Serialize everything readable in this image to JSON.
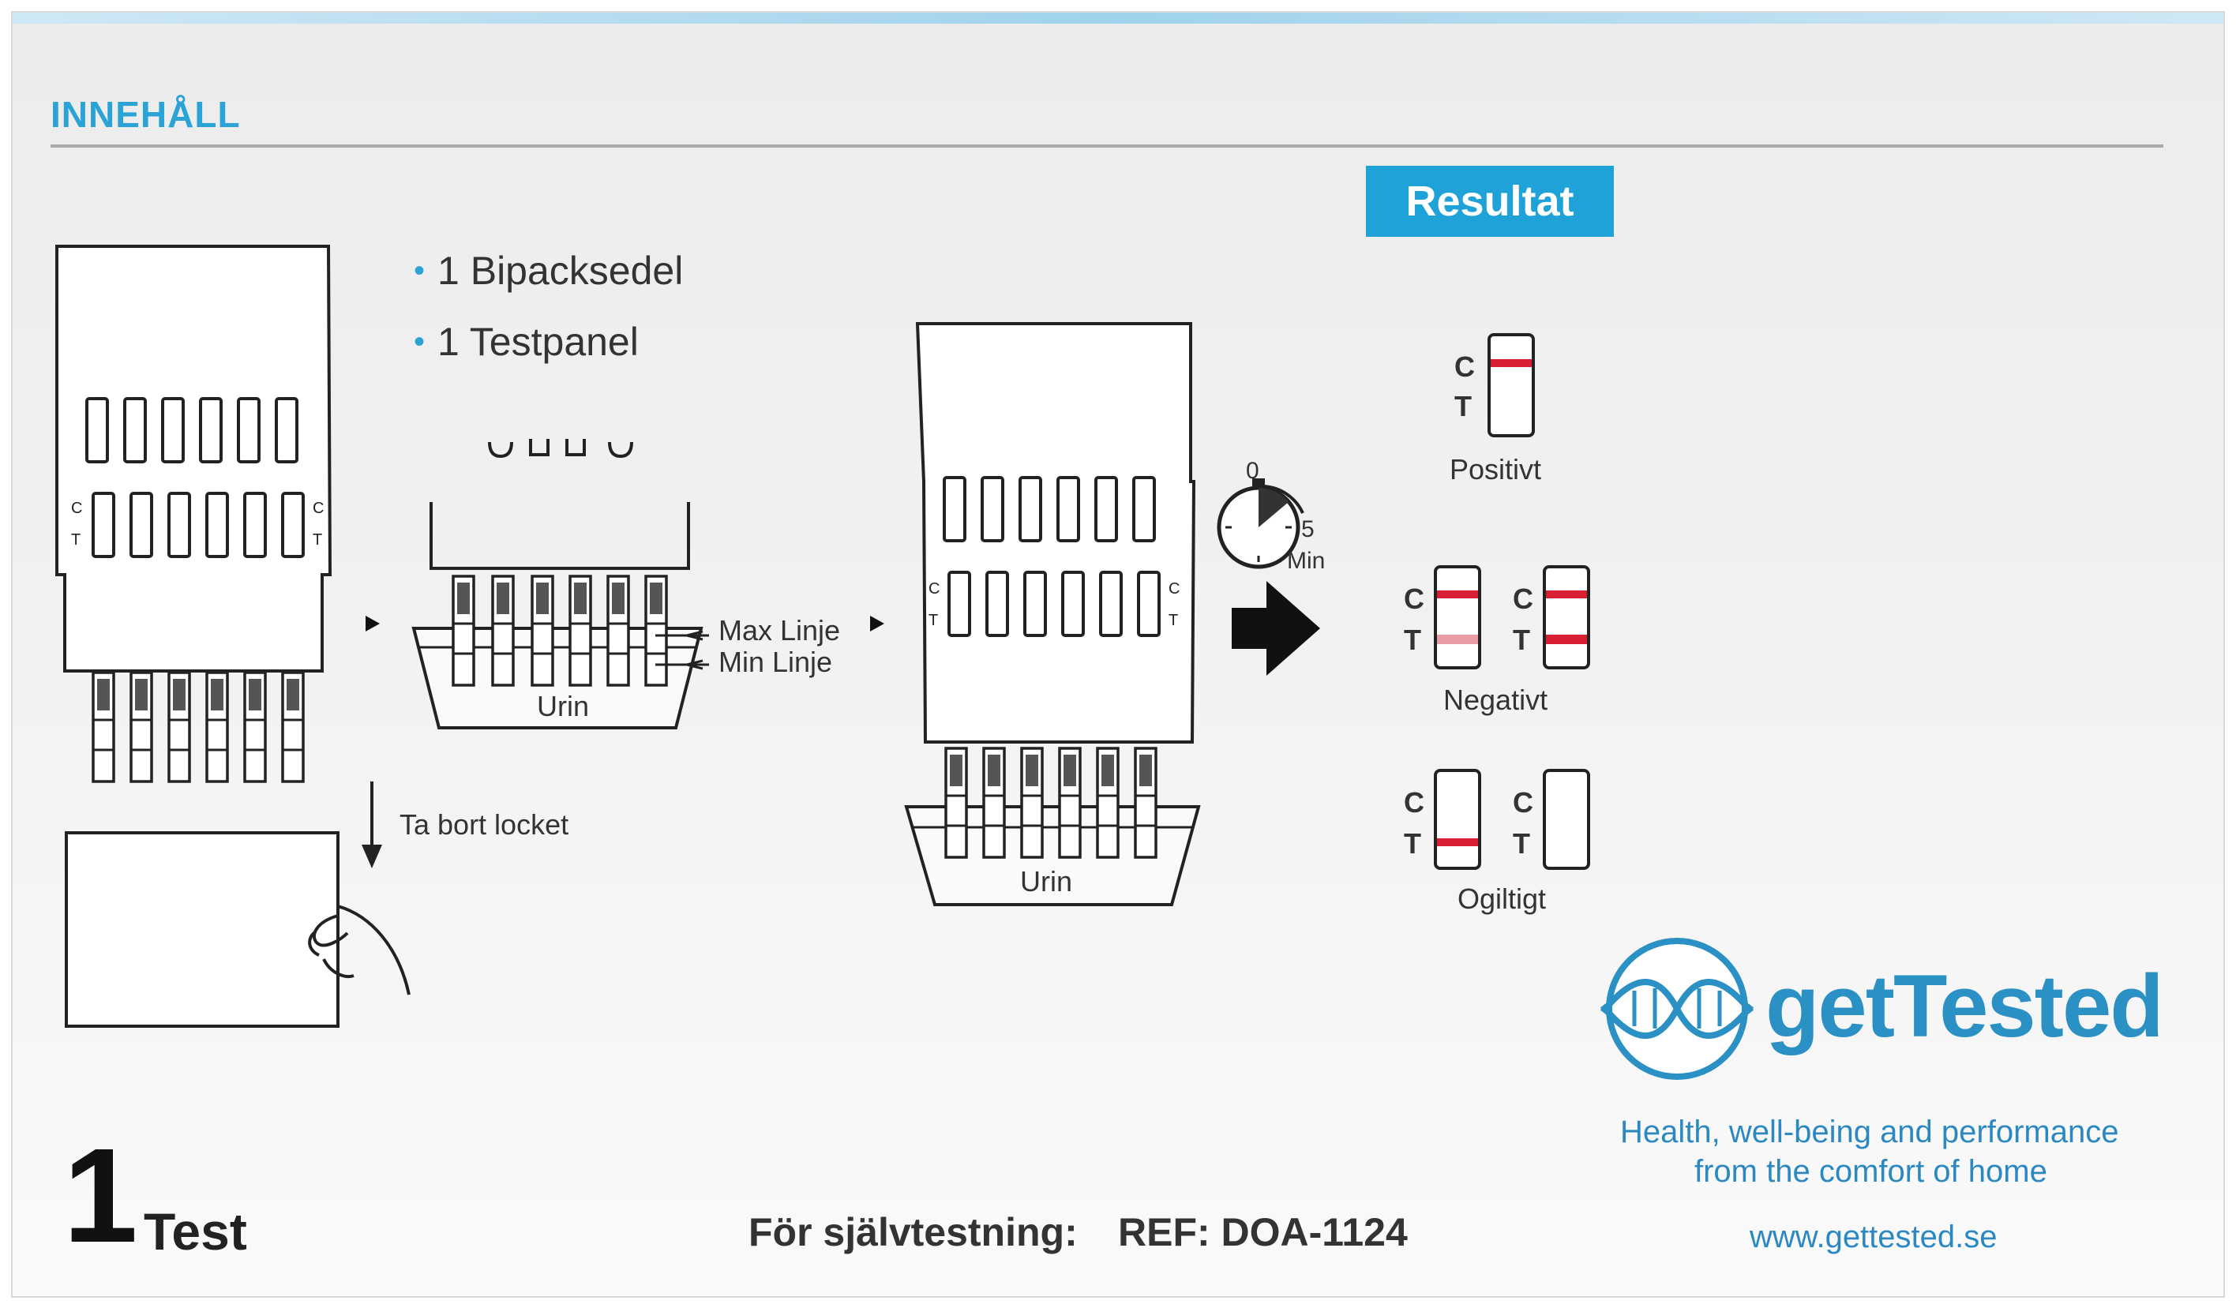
{
  "heading": "INNEHÅLL",
  "result_button": "Resultat",
  "contents": [
    "1 Bipacksedel",
    "1 Testpanel"
  ],
  "labels": {
    "max_line": "Max Linje",
    "min_line": "Min Linje",
    "urine": "Urin",
    "remove_cap": "Ta bort locket",
    "timer_start": "0",
    "timer_end": "5",
    "timer_unit": "Min",
    "c": "C",
    "t": "T"
  },
  "results": {
    "positive": "Positivt",
    "negative": "Negativt",
    "invalid": "Ogiltigt"
  },
  "footer": {
    "count": "1",
    "count_unit": "Test",
    "self_test_label": "För självtestning:",
    "ref": "REF: DOA-1124"
  },
  "brand": {
    "name": "getTested",
    "tagline_1": "Health, well-being and performance",
    "tagline_2": "from the comfort of home",
    "url": "www.gettested.se"
  },
  "colors": {
    "accent_blue": "#1ea2d8",
    "brand_blue": "#2b90c4",
    "test_red": "#d81f33",
    "faint_red": "#e89ba2"
  }
}
